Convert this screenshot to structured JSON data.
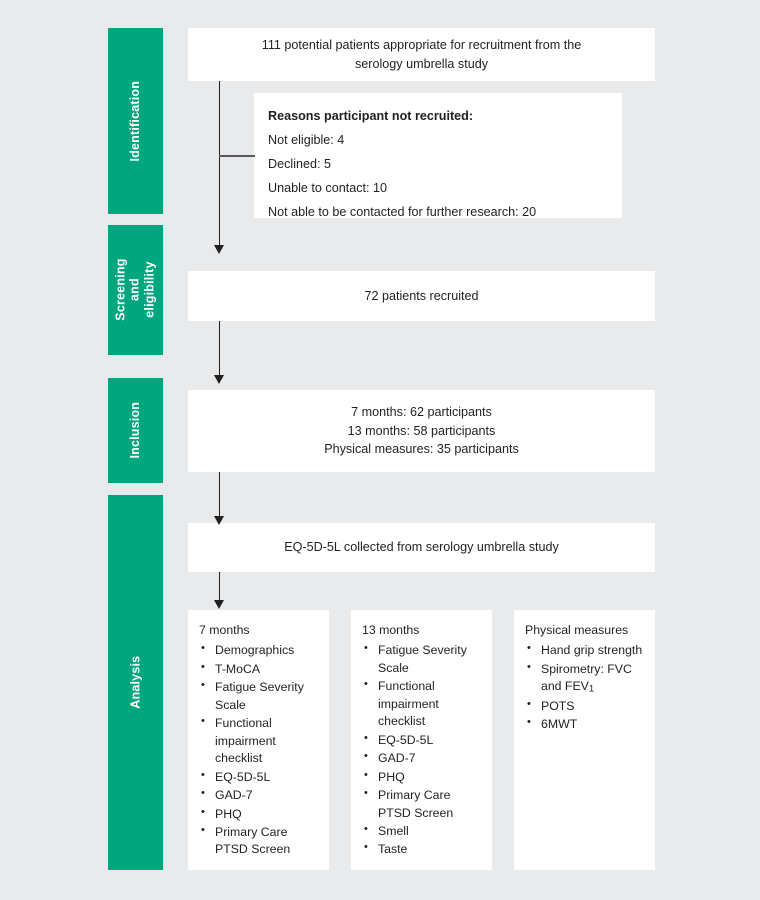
{
  "theme": {
    "background": "#e9eaec",
    "accent_green": "#00a77e",
    "box_background": "#ffffff",
    "text_color": "#231f20",
    "connector_color": "#231f20"
  },
  "stages": [
    {
      "id": "identification",
      "label": "Identification"
    },
    {
      "id": "screening",
      "label": "Screening and\neligibility"
    },
    {
      "id": "inclusion",
      "label": "Inclusion"
    },
    {
      "id": "analysis",
      "label": "Analysis"
    }
  ],
  "boxes": {
    "potential_patients": {
      "line1": "111 potential patients appropriate for recruitment from the",
      "line2": "serology umbrella study"
    },
    "reasons_not_recruited": {
      "title": "Reasons participant not recruited:",
      "items": [
        "Not eligible: 4",
        "Declined: 5",
        "Unable to contact: 10",
        "Not able to be contacted for further research: 20"
      ]
    },
    "recruited": {
      "line1": "72 patients recruited"
    },
    "inclusion_counts": {
      "line1": "7 months: 62 participants",
      "line2": "13 months: 58 participants",
      "line3": "Physical measures: 35 participants"
    },
    "eq5d": {
      "line1": "EQ-5D-5L collected from serology umbrella study"
    }
  },
  "analysis_columns": [
    {
      "id": "7-months",
      "title": "7 months",
      "items": [
        "Demographics",
        "T-MoCA",
        "Fatigue Severity Scale",
        "Functional impairment checklist",
        "EQ-5D-5L",
        "GAD-7",
        "PHQ",
        "Primary Care PTSD Screen"
      ]
    },
    {
      "id": "13-months",
      "title": "13 months",
      "items": [
        "Fatigue Severity Scale",
        "Functional impairment checklist",
        "EQ-5D-5L",
        "GAD-7",
        "PHQ",
        "Primary Care PTSD Screen",
        "Smell",
        "Taste"
      ]
    },
    {
      "id": "physical-measures",
      "title": "Physical measures",
      "items": [
        "Hand grip strength",
        "Spirometry: FVC and FEV1",
        "POTS",
        "6MWT"
      ]
    }
  ]
}
